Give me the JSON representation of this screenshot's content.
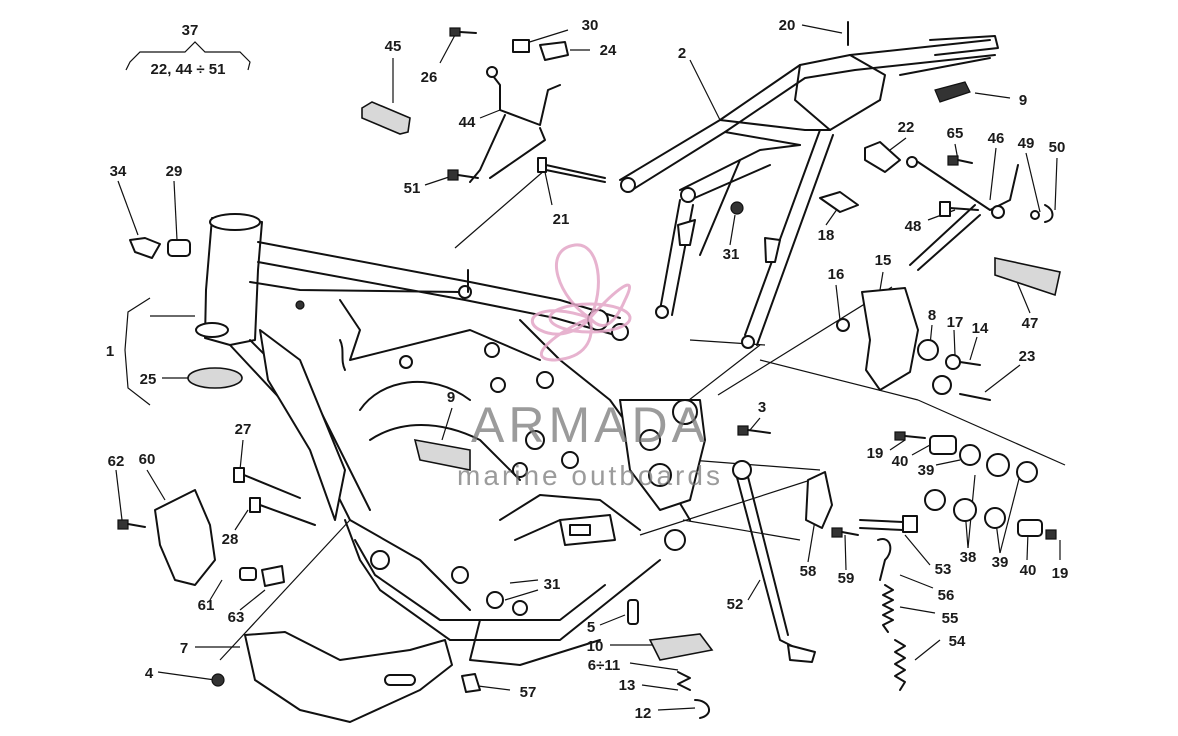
{
  "callouts": [
    "37",
    "22, 44 ÷ 51",
    "45",
    "26",
    "30",
    "24",
    "44",
    "51",
    "21",
    "20",
    "2",
    "9",
    "22",
    "65",
    "46",
    "49",
    "50",
    "18",
    "48",
    "47",
    "34",
    "29",
    "31",
    "16",
    "15",
    "8",
    "17",
    "14",
    "23",
    "1",
    "25",
    "3",
    "9",
    "19",
    "40",
    "39",
    "27",
    "62",
    "60",
    "28",
    "38",
    "39",
    "40",
    "19",
    "58",
    "59",
    "53",
    "56",
    "55",
    "54",
    "52",
    "31",
    "61",
    "63",
    "5",
    "10",
    "6÷11",
    "13",
    "12",
    "7",
    "4",
    "57"
  ],
  "watermark": {
    "brand": "ARMADA",
    "tagline": "marine outboards",
    "accent_color": "#e3a6c7",
    "logo_name": "propeller-logo"
  }
}
